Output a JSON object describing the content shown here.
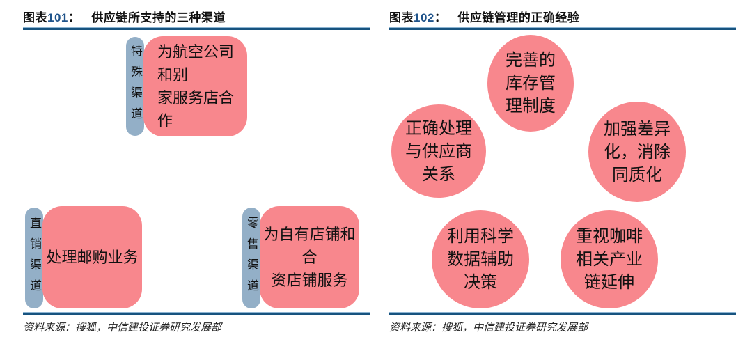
{
  "colors": {
    "accent_rule": "#17537F",
    "bubble_pink": "#F8878D",
    "tab_blue": "#93AFC7",
    "figure_number_blue": "#1F538A",
    "text": "#111111"
  },
  "left_chart": {
    "title_prefix": "图表",
    "title_number": "101",
    "title_colon": "：",
    "title_text": "供应链所支持的三种渠道",
    "groups": [
      {
        "tab": "特殊渠道",
        "lines": [
          "为航空公司和别",
          "家服务店合作"
        ]
      },
      {
        "tab": "直销渠道",
        "lines": [
          "处理邮购业务"
        ]
      },
      {
        "tab": "零售渠道",
        "lines": [
          "为自有店铺和合",
          "资店铺服务"
        ]
      }
    ],
    "source": "资料来源：搜狐，中信建投证券研究发展部"
  },
  "right_chart": {
    "title_prefix": "图表",
    "title_number": "102",
    "title_colon": "：",
    "title_text": "供应链管理的正确经验",
    "circles": [
      {
        "lines": [
          "完善的",
          "库存管",
          "理制度"
        ]
      },
      {
        "lines": [
          "正确处理",
          "与供应商",
          "关系"
        ]
      },
      {
        "lines": [
          "加强差异",
          "化，消除",
          "同质化"
        ]
      },
      {
        "lines": [
          "利用科学",
          "数据辅助",
          "决策"
        ]
      },
      {
        "lines": [
          "重视咖啡",
          "相关产业",
          "链延伸"
        ]
      }
    ],
    "source": "资料来源：搜狐，中信建投证券研究发展部"
  }
}
